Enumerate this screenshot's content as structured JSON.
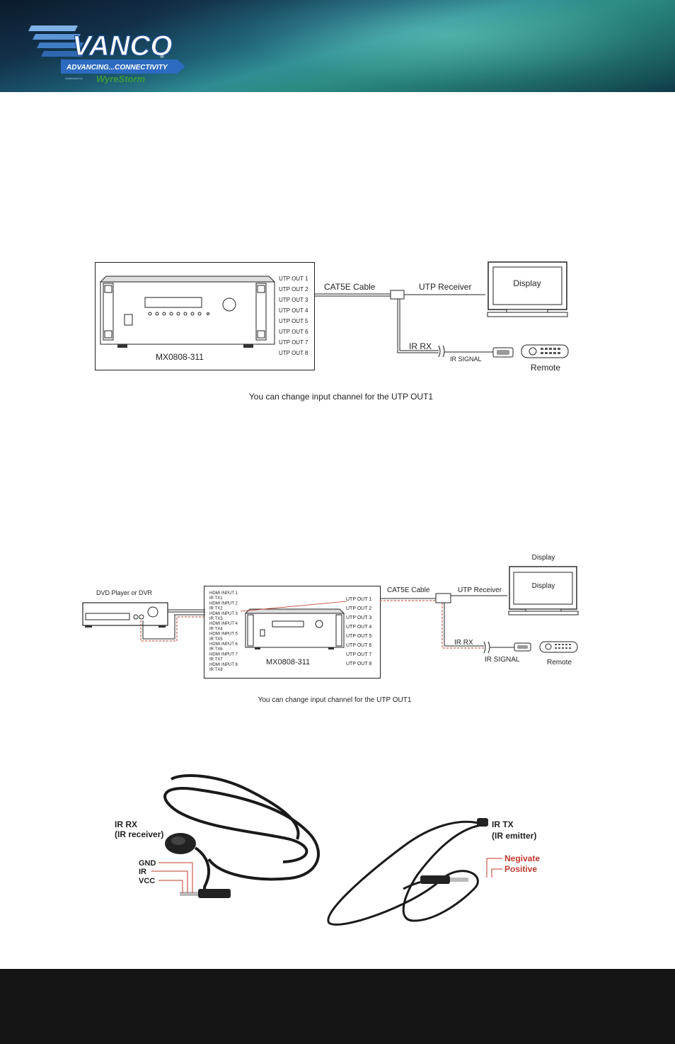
{
  "header": {
    "logo_text": "VANCO",
    "logo_tagline": "ADVANCING...CONNECTIVITY",
    "logo_sub": "WyreStorm",
    "logo_sub_prefix": "Distributed by"
  },
  "diagram1": {
    "outputs": [
      "UTP  OUT 1",
      "UTP  OUT 2",
      "UTP  OUT 3",
      "UTP  OUT 4",
      "UTP  OUT 5",
      "UTP  OUT 6",
      "UTP  OUT 7",
      "UTP  OUT 8"
    ],
    "device_label": "MX0808-311",
    "cable_label": "CAT5E Cable",
    "receiver_label": "UTP Receiver",
    "display_label": "Display",
    "ir_rx_label": "IR RX",
    "ir_signal_label": "IR SIGNAL",
    "remote_label": "Remote",
    "caption": "You can change input channel for the UTP OUT1"
  },
  "diagram2": {
    "source_label": "DVD Player or DVR",
    "inputs": [
      "HDMI INPUT 1",
      "IR TX1",
      "HDMI INPUT 2",
      "IR TX2",
      "HDMI INPUT 3",
      "IR TX3",
      "HDMI INPUT 4",
      "IR TX4",
      "HDMI INPUT 5",
      "IR TX5",
      "HDMI INPUT 6",
      "IR TX6",
      "HDMI INPUT 7",
      "IR TX7",
      "HDMI INPUT 8",
      "IR TX8"
    ],
    "outputs": [
      "UTP OUT 1",
      "UTP OUT 2",
      "UTP OUT 3",
      "UTP OUT 4",
      "UTP OUT 5",
      "UTP OUT 6",
      "UTP OUT 7",
      "UTP OUT 8"
    ],
    "device_label": "MX0808-311",
    "cable_label": "CAT5E Cable",
    "receiver_label": "UTP Receiver",
    "display_top_label": "Display",
    "display_label": "Display",
    "ir_rx_label": "IR RX",
    "ir_signal_label": "IR SIGNAL",
    "remote_label": "Remote",
    "caption": "You can change input channel for the UTP OUT1"
  },
  "cables": {
    "rx_title": "IR RX",
    "rx_subtitle": "(IR receiver)",
    "rx_pins": [
      "GND",
      "IR",
      "VCC"
    ],
    "tx_title": "IR TX",
    "tx_subtitle": "(IR emitter)",
    "tx_pins": [
      "Negivate",
      "Positive"
    ],
    "accent_color": "#c0392b"
  }
}
